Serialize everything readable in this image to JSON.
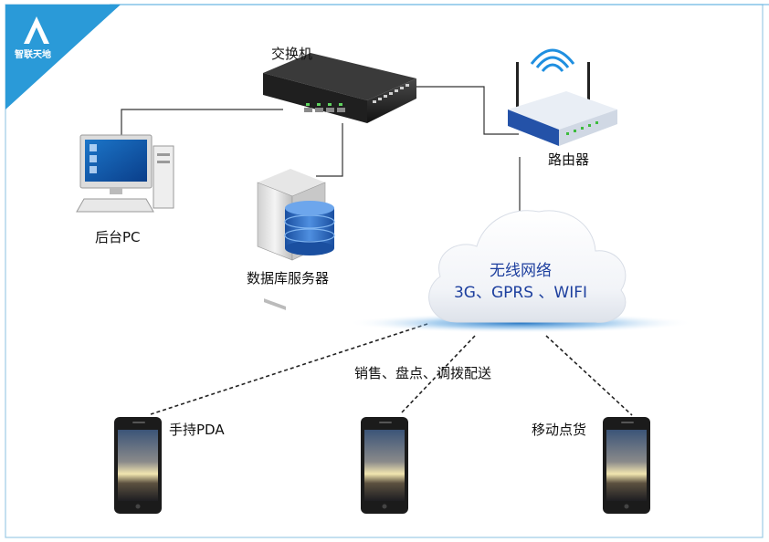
{
  "brand": {
    "name": "智联天地",
    "color": "#2a9ad8",
    "icon": "brand-logo-icon"
  },
  "nodes": {
    "switch": {
      "label": "交换机",
      "icon": "network-switch-icon"
    },
    "router": {
      "label": "路由器",
      "icon": "wireless-router-icon"
    },
    "pc": {
      "label": "后台PC",
      "icon": "desktop-pc-icon"
    },
    "server": {
      "label": "数据库服务器",
      "icon": "database-server-icon"
    },
    "cloud": {
      "line1": "无线网络",
      "line2": "3G、GPRS 、WIFI",
      "icon": "cloud-icon"
    },
    "pda": {
      "label": "手持PDA",
      "icon": "smartphone-icon"
    },
    "middle_phone": {
      "icon": "smartphone-icon"
    },
    "mobile": {
      "label": "移动点货",
      "icon": "smartphone-icon"
    }
  },
  "connection_note": "销售、盘点、调拨配送",
  "colors": {
    "cloud_text": "#1d3f9e",
    "frame": "#9ccbe6",
    "line": "#333333"
  }
}
